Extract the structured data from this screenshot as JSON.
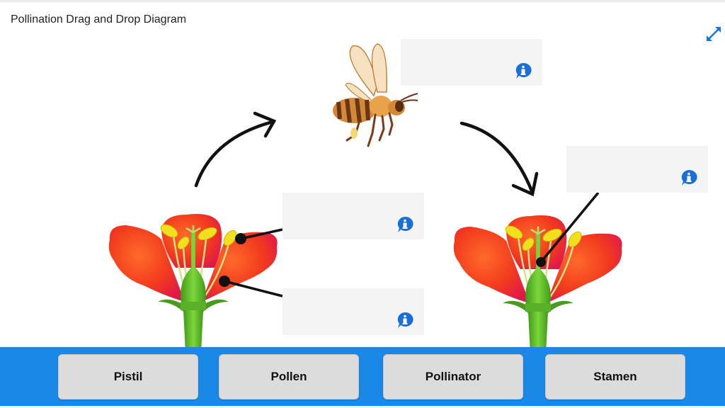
{
  "header": {
    "title": "Pollination Drag and Drop Diagram",
    "fullscreen_icon": "expand-arrows-icon"
  },
  "diagram": {
    "images": [
      "bee-illustration",
      "flower-cross-section-left",
      "flower-cross-section-right"
    ],
    "arrows": [
      "curved-arrow-to-bee",
      "curved-arrow-to-flower"
    ],
    "drop_zones": [
      {
        "id": "bee",
        "label": "",
        "icon": "info-bubble-icon"
      },
      {
        "id": "pistil-right",
        "label": "",
        "icon": "info-bubble-icon"
      },
      {
        "id": "anther-left",
        "label": "",
        "icon": "info-bubble-icon"
      },
      {
        "id": "filament-left",
        "label": "",
        "icon": "info-bubble-icon"
      }
    ]
  },
  "labels_bar": {
    "color": "#1a88e6",
    "items": [
      {
        "label": "Pistil"
      },
      {
        "label": "Pollen"
      },
      {
        "label": "Pollinator"
      },
      {
        "label": "Stamen"
      }
    ]
  }
}
